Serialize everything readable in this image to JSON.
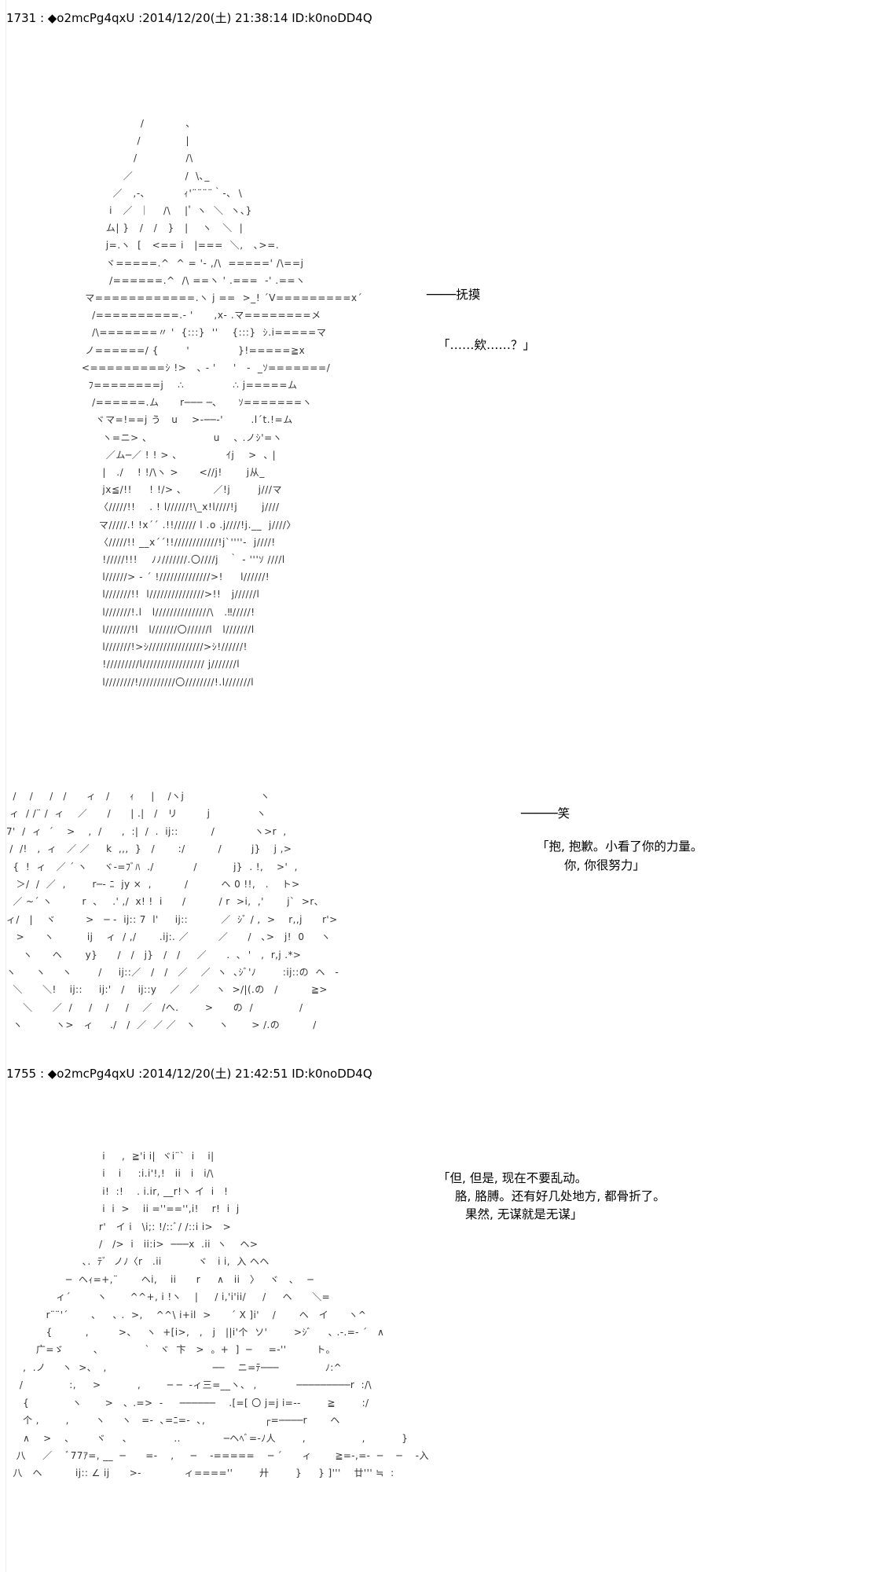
{
  "posts": [
    {
      "header": "1731 : ◆o2mcPg4qxU :2014/12/20(土) 21:38:14 ID:k0noDD4Q",
      "art_scene_1": [
        "                   /            ､",
        "                  /             |",
        "                 /              /\\",
        "              ／               /  \\､_",
        "           ／   ,-､           ｨ'¨¨¨¨｀-､  \\",
        "          i   ／  ｜    /\\    |ﾟ ヽ  ＼  ヽ､}",
        "         ム| }   /   /   }   |    ヽ   ＼  |",
        "         j=.ヽ  [   <== i   |===  ＼,   ､>=.",
        "         ヾ=====.^  ^ = '- ,/\\  =====' /\\==j",
        "          /======.^  /\\ ==ヽ ' .===  ‐' .==ヽ",
        "   マ============.ヽ j ==  >_! ´V=========x´",
        "     /==========.- '      ,x‐ .マ========メ",
        "     /\\=======〃 '  {:::}  ''    {:::}  ｼ.i=====マ",
        "   ノ======/ {        '              }!=====≧x",
        "  <=========ｼ !>   ､ - '     '   ‐  _ｿ=======/",
        "    ﾌ========j    ∴              ∴ j=====ム",
        "     /======.ム      r─── ─､      ｿ=======ヽ",
        "      ヾマ=!==j う   u    >‐──‐'        .l´t.!=ム",
        "        ヽ=ニ> ､                   u    ､ .ノｼ'=ヽ",
        "         ／ム─／ ! ! > ､              ｲj    >  ､ |",
        "        |   ./    ! !/\\ヽ >      <//j!       j从_",
        "        jx≦/!!     ! !/> ､         ／!j        j///マ",
        "       〈/////!!    . ! l//////!\\_x!l////!j       j////",
        "       マ/////.! !x´´ .!!////// l .o .j////!j.__  j////〉",
        "       〈/////!! __x´´!!////////////!j`''''‐  j////!",
        "        !/////!!!    ﾉﾉ///////.〇////j   ｀ ‐ '''ｿ ////l",
        "        l//////> ‐ ´ !//////////////>!     l//////!",
        "        l///////!!  l///////////////>!!   j//////l",
        "        l///////!.l   l///////////////\\   .‼/////!",
        "        l///////!l   l///////〇//////l   l///////l",
        "        l///////!>ｼ///////////////>ｼ!//////!",
        "        !/////////l///////////////// j///////l",
        "        l////////!//////////〇////////!.l///////l"
      ],
      "caption_1": "────抚摸",
      "speech_1": "「……欸……？」"
    }
  ],
  "art_scene_2": [
    "  /    /     /   /      ィ   /      ｨ     |    /ヽj                       ヽ",
    " ィ  / /¨ /  ィ    ／      /      | .|   /   リ         j              ヽ",
    "7'  /  ィ  ´    >    ,  /      ,  :|  /  .  ij::          /            ヽ>r  ,",
    " /  /!   ,  ィ   ／ ／     k  ,,,  }   /       :/          /         j}    j ,>",
    "  {  !  ィ   ／ ´ ヽ     ヾ‐=ﾌﾞﾊ  ./            /           j}  . !,    >'  ,",
    "   ＞/  /  ／  ,        r─‐ ﾆ  jy ×  ,          /          ヘ 0 !!,   .    ト>",
    "  ／ ~´ ヽ         r  、   .' ,/  x! !  i      /          / r  >i,  ,'       j`  >r、",
    "ィ/   |    ヾ         >   ─ ‐  ij:: 7  l'     ij::          ／  ｼﾞ / ,  >    r,,j      r'>",
    "   >      ヽ          ij    ィ  / ,/       .ij:. ／         ／      /   ､>   j!  0     ヽ",
    "     ヽ      ヘ       y}      /   /   j}   /   /     ／      .  ､  '   ,  r,j .*>",
    "ヽ      ヽ     ヽ        /     ij::／   /   /   ／    ／  ヽ  ､ｼﾞ'ﾉ        :ij::の  ヘ   -",
    "  ＼      ＼!    ij::     ij:'   /    ij::y    ／   ／     ヽ  >/|(.の   /          ≧>",
    "     ＼      ／  /     /    /     /    ／   /へ.        >      の  /              /",
    "  ヽ          ヽ>   ィ     ./   /  ／  ／ ／   ヽ       ヽ       > /.の          /"
  ],
  "caption_2": "─────笑",
  "speech_2_line1": "「抱, 抱歉。小看了你的力量。",
  "speech_2_line2": "你, 你很努力」",
  "post_2_header": "1755 : ◆o2mcPg4qxU :2014/12/20(土) 21:42:51 ID:k0noDD4Q",
  "art_scene_3": [
    "                             i     ,  ≧'i i|  ヾi¨`  i    i|",
    "                             i    i     :i.i'!,!   ii   i   i/\\",
    "                             i!  :!    . i.ir, __r!ヽ イ  i   !",
    "                             i  i  >    ii =''=='',i!    r!  i  j",
    "                            r'   イ i   \\i;: !/::ﾞ/ /::i i>   >",
    "                            /   />  i   ii:i>  ───x  .ii  ヽ    ヘ>",
    "                       ､.  ﾃﾞ  ノﾉ〈r   .ii           ヾ   i i,  入 ヘヘ",
    "                  ─  ヘｨ=+,¨       ヘi,    ii      r     ∧   ii   〉   ヾ   ､    ─",
    "               ィ´        ヽ       ^^+, i !ヽ    |     / i,'i'ii/     /     ヘ      ＼=",
    "            r¨¨'´       ､     ､ .  >,    ^^\\ i+il  >      ´ X ]i'    /       ヘ   イ      ヽ^",
    "            {          ,         >、   ヽ  +[i>,   ,   j   ||i'个  ソ'        >ｼﾞ     ､ .-.=- ´   ∧",
    "         广=ゞ         ､              `   ヾ  卞   >  。+  ]  ─     =‐''         ト。",
    "     ,  .ノ     ヽ  >、  ,                                ──    ニ=ﾃ───              ﾉ:^",
    "    /              :,     >           ,        ─ ─  ‐ィ三=__ヽ、 ,            ─────────r  :/\\",
    "     {             ヽ       >   、.=>  ‐     ──────    .[=[ 〇 j=j i=‐‐        ≧        :/",
    "     个 ,        ,        ヽ     ヽ   =‐  ､=ﾆ=-  ､,                  ┌=────r       ヘ",
    "     ∧    >    ､        ヾ     ､              ..             ─ヘﾍﾞ=-ﾉ人        ,                 ,           }",
    "   八     ／    ﾞ77ｱ=, __  ─      =-    ,     ─    ‐=====    ─ ´      ィ       ≧=-,=-  ─    ─    ‐入",
    "  八   ヘ          ij:: ∠ ij      >-             ィ====''        廾        }     } ]'''    廿''' ≒  :"
  ],
  "speech_3_line1": "「但, 但是, 现在不要乱动。",
  "speech_3_line2": "胳, 胳膊。还有好几处地方, 都骨折了。",
  "speech_3_line3": "果然, 无谋就是无谋」"
}
